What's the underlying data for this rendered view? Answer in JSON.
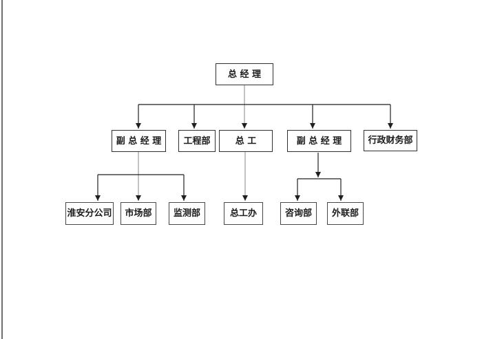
{
  "page": {
    "background_color": "#ffffff",
    "left_edge_color": "#6e6e6e"
  },
  "diagram": {
    "type": "org-chart",
    "line_color_primary": "#1f1f1f",
    "line_color_passthrough": "#a9a9a9",
    "nodes": [
      {
        "id": "general-manager",
        "label": "总 经 理",
        "level": 1
      },
      {
        "id": "deputy-general-manager-left",
        "label": "副 总 经 理",
        "level": 2
      },
      {
        "id": "engineering-dept",
        "label": "工程部",
        "level": 2
      },
      {
        "id": "chief-engineer",
        "label": "总 工",
        "level": 2
      },
      {
        "id": "deputy-general-manager-right",
        "label": "副 总 经 理",
        "level": 2
      },
      {
        "id": "admin-finance-dept",
        "label": "行政财务部",
        "level": 2
      },
      {
        "id": "huaian-branch",
        "label": "淮安分公司",
        "level": 3
      },
      {
        "id": "marketing-dept",
        "label": "市场部",
        "level": 3
      },
      {
        "id": "monitoring-dept",
        "label": "监测部",
        "level": 3
      },
      {
        "id": "chief-engineer-office",
        "label": "总工办",
        "level": 3
      },
      {
        "id": "consulting-dept",
        "label": "咨询部",
        "level": 3
      },
      {
        "id": "external-relations-dept",
        "label": "外联部",
        "level": 3
      }
    ],
    "edges": [
      {
        "from": "general-manager",
        "to": "deputy-general-manager-left"
      },
      {
        "from": "general-manager",
        "to": "engineering-dept"
      },
      {
        "from": "general-manager",
        "to": "chief-engineer"
      },
      {
        "from": "general-manager",
        "to": "deputy-general-manager-right"
      },
      {
        "from": "general-manager",
        "to": "admin-finance-dept"
      },
      {
        "from": "deputy-general-manager-left",
        "to": "huaian-branch"
      },
      {
        "from": "deputy-general-manager-left",
        "to": "marketing-dept"
      },
      {
        "from": "deputy-general-manager-left",
        "to": "monitoring-dept"
      },
      {
        "from": "chief-engineer",
        "to": "chief-engineer-office"
      },
      {
        "from": "deputy-general-manager-right",
        "to": "consulting-dept"
      },
      {
        "from": "deputy-general-manager-right",
        "to": "external-relations-dept"
      }
    ]
  }
}
